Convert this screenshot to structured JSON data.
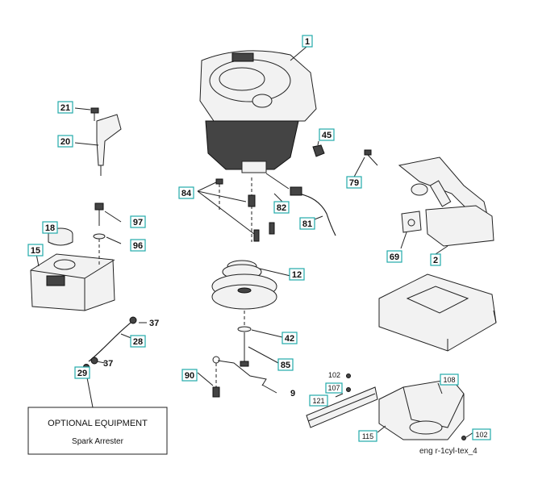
{
  "callouts": {
    "c1": "1",
    "c2": "2",
    "c9": "9",
    "c12": "12",
    "c15": "15",
    "c18": "18",
    "c20": "20",
    "c21": "21",
    "c28": "28",
    "c29": "29",
    "c37a": "37",
    "c37b": "37",
    "c42": "42",
    "c45": "45",
    "c69": "69",
    "c79": "79",
    "c81": "81",
    "c82": "82",
    "c84": "84",
    "c85": "85",
    "c90": "90",
    "c96": "96",
    "c97": "97",
    "c102a": "102",
    "c102b": "102",
    "c107": "107",
    "c108": "108",
    "c115": "115",
    "c121": "121"
  },
  "optional_box": {
    "title": "OPTIONAL EQUIPMENT",
    "subtitle": "Spark Arrester"
  },
  "drawing_ref": "eng    r-1cyl-tex_4",
  "colors": {
    "callout_border": "#22aaaa",
    "line": "#222222"
  }
}
